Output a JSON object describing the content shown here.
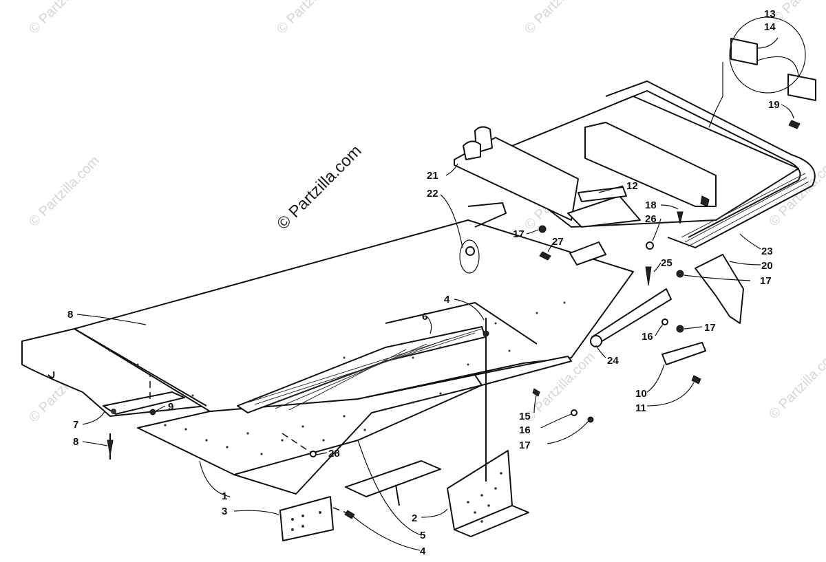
{
  "watermark": {
    "main_text": "© Partzilla.com",
    "faint_text": "© Partzilla.com",
    "site_text": "Partzilla.com"
  },
  "callouts": {
    "c1": "1",
    "c2": "2",
    "c3": "3",
    "c4a": "4",
    "c4b": "4",
    "c5": "5",
    "c6": "6",
    "c7": "7",
    "c8a": "8",
    "c8b": "8",
    "c9": "9",
    "c10": "10",
    "c11": "11",
    "c12": "12",
    "c13": "13",
    "c14": "14",
    "c15": "15",
    "c16a": "16",
    "c16b": "16",
    "c17a": "17",
    "c17b": "17",
    "c17c": "17",
    "c17d": "17",
    "c18": "18",
    "c19": "19",
    "c20": "20",
    "c21": "21",
    "c22": "22",
    "c23": "23",
    "c24": "24",
    "c25": "25",
    "c26": "26",
    "c27": "27",
    "c28": "28"
  },
  "icons": {
    "bolt": "bolt-icon",
    "nut": "nut-icon",
    "rivet": "rivet-icon"
  },
  "colors": {
    "ink": "#111111",
    "paper": "#ffffff",
    "watermark": "#d6d6d6"
  }
}
